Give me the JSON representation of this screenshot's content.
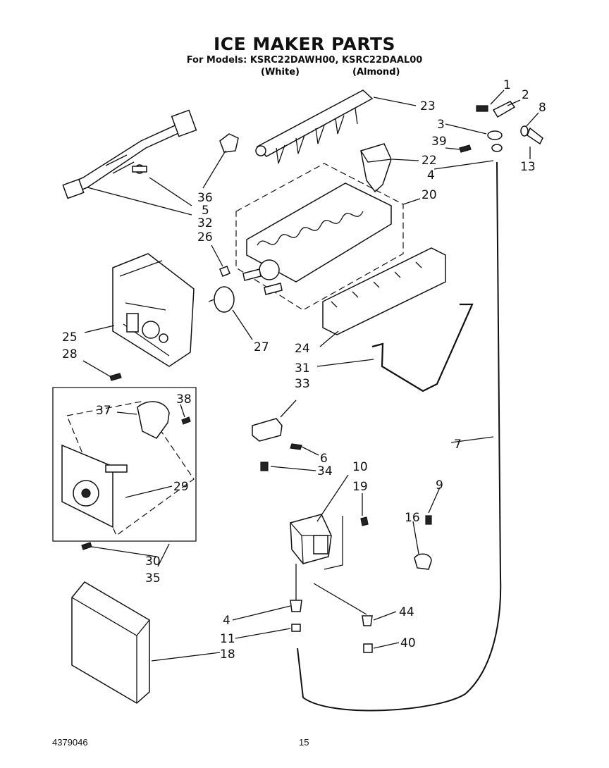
{
  "header": {
    "title": "ICE MAKER PARTS",
    "models_line": "For Models: KSRC22DAWH00, KSRC22DAAL00",
    "variant_white": "(White)",
    "variant_almond": "(Almond)"
  },
  "footer": {
    "document_number": "4379046",
    "page_number": "15"
  },
  "callouts": {
    "c1": "1",
    "c2": "2",
    "c3": "3",
    "c4a": "4",
    "c4b": "4",
    "c5": "5",
    "c6": "6",
    "c7": "7",
    "c8": "8",
    "c9": "9",
    "c10": "10",
    "c11": "11",
    "c13": "13",
    "c16": "16",
    "c18": "18",
    "c19": "19",
    "c20": "20",
    "c22": "22",
    "c23": "23",
    "c24": "24",
    "c25": "25",
    "c26": "26",
    "c27": "27",
    "c28": "28",
    "c29": "29",
    "c30": "30",
    "c31": "31",
    "c32": "32",
    "c33": "33",
    "c34": "34",
    "c35": "35",
    "c36": "36",
    "c37": "37",
    "c38": "38",
    "c39": "39",
    "c40": "40",
    "c44": "44"
  }
}
